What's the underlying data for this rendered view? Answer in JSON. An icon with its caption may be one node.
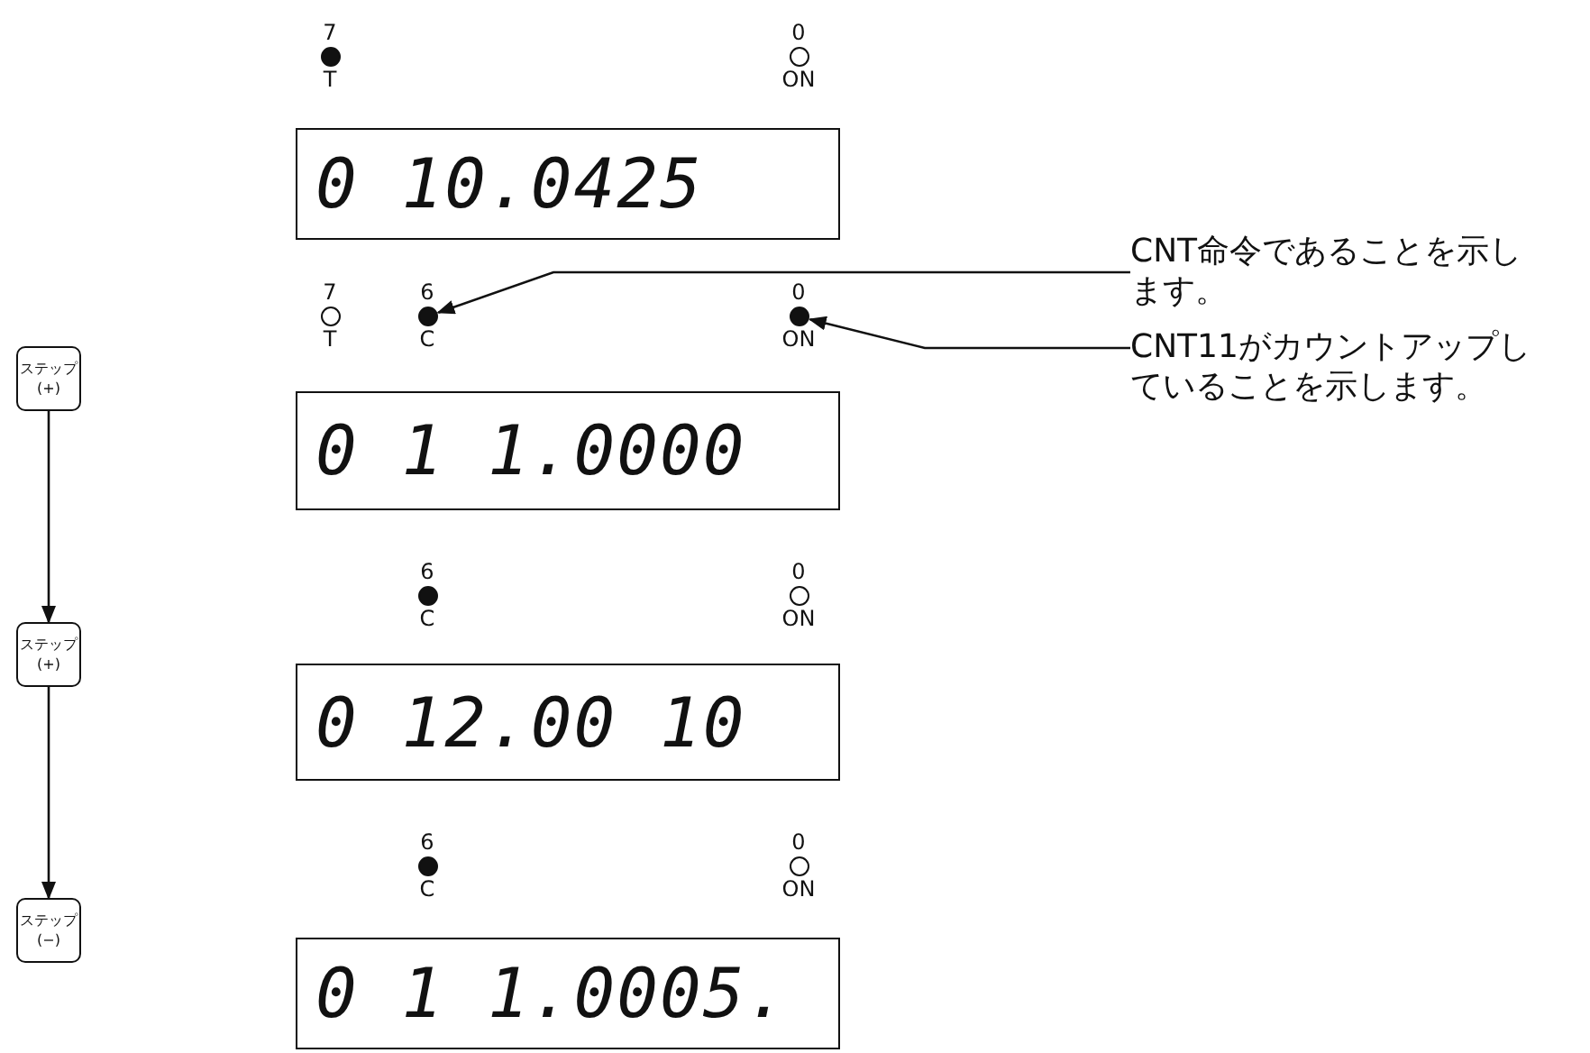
{
  "diagram": {
    "nodes": [
      {
        "text": [
          "7",
          "T"
        ]
      },
      {
        "text": [
          "0",
          "ON"
        ]
      },
      {
        "text": [
          "0 10.0425"
        ]
      },
      {
        "text": [
          "7",
          "T"
        ]
      },
      {
        "text": [
          "6",
          "C"
        ]
      },
      {
        "text": [
          "0",
          "ON"
        ]
      },
      {
        "text": [
          "0 1 1.0000"
        ]
      },
      {
        "text": [
          "CNT命令であることを示します。"
        ]
      },
      {
        "text": [
          "CNT11がカウントアップしていることを示します。"
        ]
      },
      {
        "text": [
          "ステップ (+)"
        ]
      },
      {
        "text": [
          "ステップ (+)"
        ]
      },
      {
        "text": [
          "ステップ (−)"
        ]
      },
      {
        "text": [
          "6",
          "C"
        ]
      },
      {
        "text": [
          "0",
          "ON"
        ]
      },
      {
        "text": [
          "0 12.00 10"
        ]
      },
      {
        "text": [
          "6",
          "C"
        ]
      },
      {
        "text": [
          "0",
          "ON"
        ]
      },
      {
        "text": [
          "0 1 1.0005."
        ]
      }
    ],
    "edges": [
      {
        "from": 7,
        "to": 4,
        "arrow": "to"
      },
      {
        "from": 8,
        "to": 5,
        "arrow": "to"
      },
      {
        "from": 9,
        "to": 10,
        "arrow": "to"
      },
      {
        "from": 10,
        "to": 11,
        "arrow": "to"
      }
    ]
  }
}
